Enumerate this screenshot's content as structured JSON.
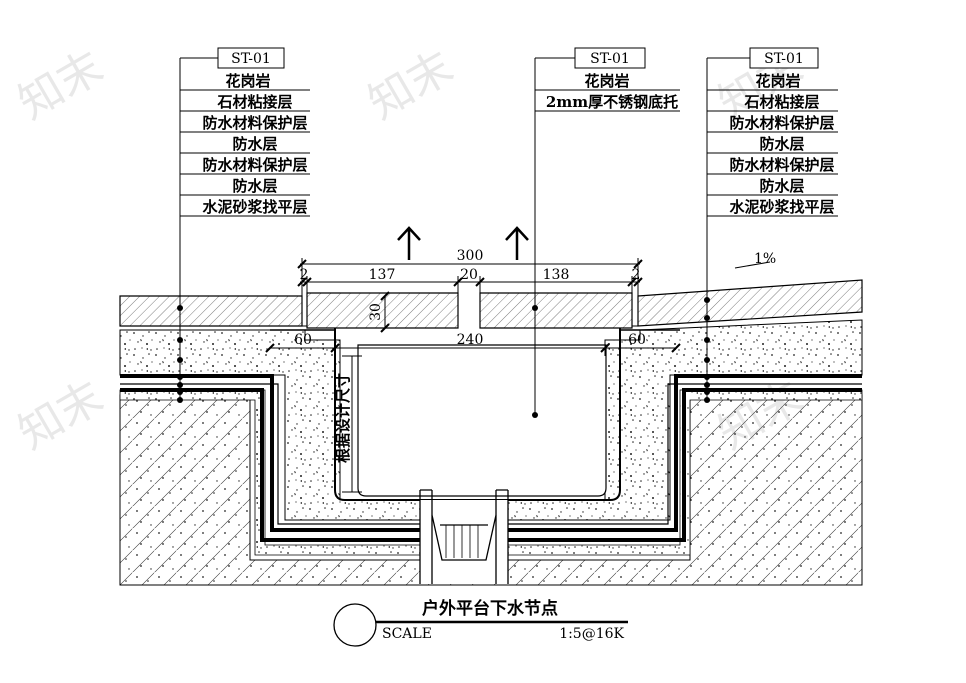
{
  "watermark": "知末",
  "left_callout": {
    "tag": "ST-01",
    "layers": [
      "花岗岩",
      "石材粘接层",
      "防水材料保护层",
      "防水层",
      "防水材料保护层",
      "防水层",
      "水泥砂浆找平层"
    ]
  },
  "center_callout": {
    "tag": "ST-01",
    "layers": [
      "花岗岩",
      "2mm厚不锈钢底托"
    ]
  },
  "right_callout": {
    "tag": "ST-01",
    "layers": [
      "花岗岩",
      "石材粘接层",
      "防水材料保护层",
      "防水层",
      "防水材料保护层",
      "防水层",
      "水泥砂浆找平层"
    ]
  },
  "dimensions": {
    "total": "300",
    "edge_left": "2",
    "left_stone": "137",
    "gap": "20",
    "right_stone": "138",
    "edge_right": "2",
    "stone_depth": "30",
    "side_left": "60",
    "channel": "240",
    "side_right": "60",
    "depth_note": "根据设计尺寸"
  },
  "slope": "1%",
  "title_block": {
    "title": "户外平台下水节点",
    "scale_label": "SCALE",
    "scale_value": "1:5@16K"
  }
}
